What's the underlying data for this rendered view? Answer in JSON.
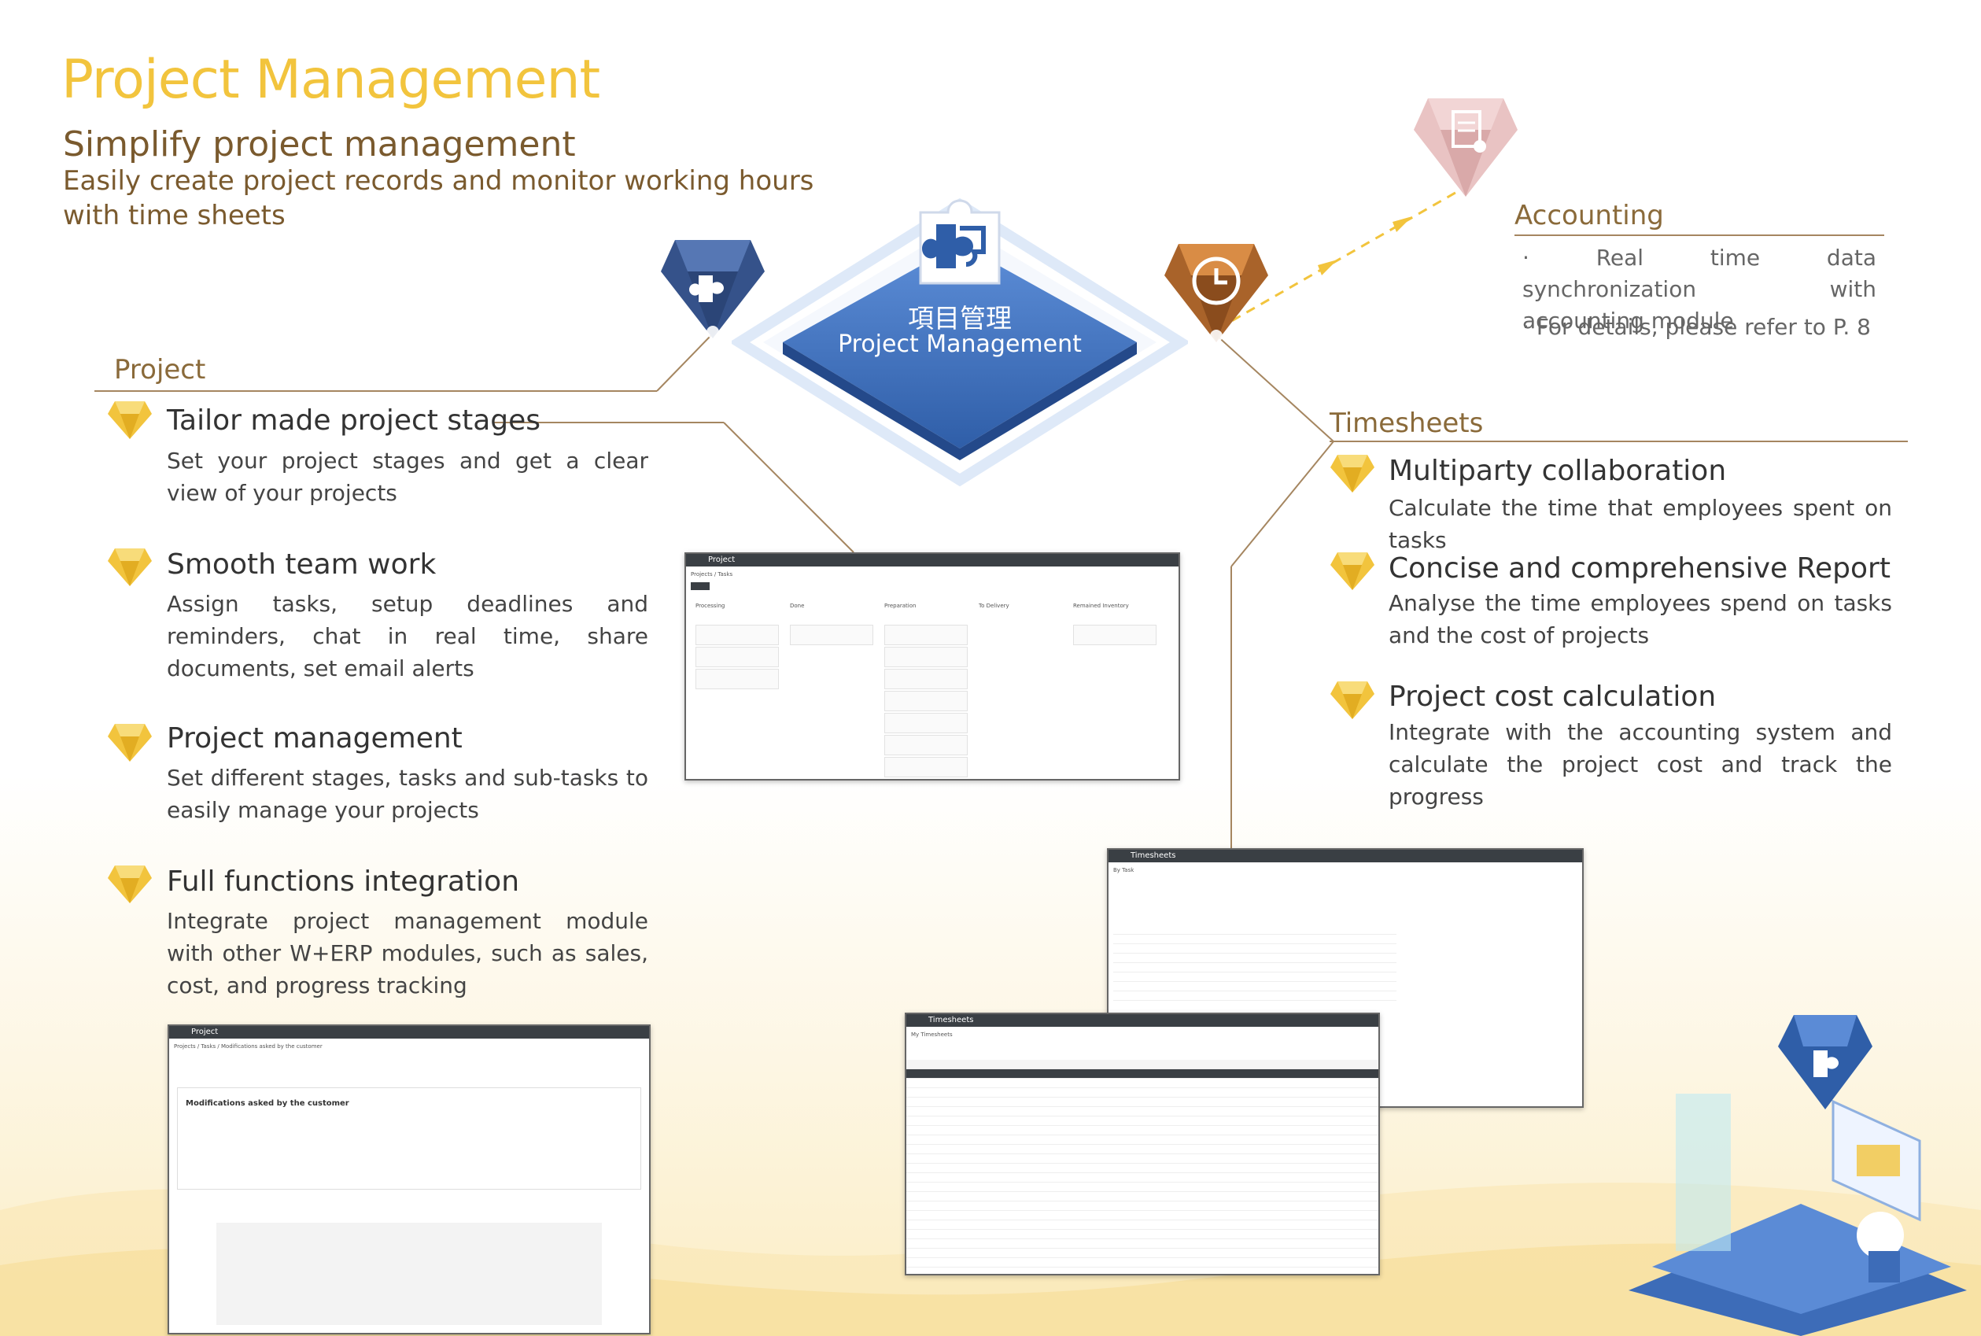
{
  "title": "Project Management",
  "subtitle": "Simplify project management",
  "subdesc": "Easily create project records and monitor working hours with time sheets",
  "center": {
    "zh": "項目管理",
    "en": "Project Management",
    "icon": "puzzle-icon"
  },
  "project": {
    "heading": "Project",
    "features": [
      {
        "title": "Tailor made project stages",
        "desc": "Set your project stages and get a clear view of your projects"
      },
      {
        "title": "Smooth team work",
        "desc": "Assign tasks, setup deadlines and reminders, chat in real time, share documents, set email alerts"
      },
      {
        "title": "Project management",
        "desc": "Set different stages, tasks and sub-tasks to easily manage your projects"
      },
      {
        "title": "Full functions integration",
        "desc": "Integrate project management module with other W+ERP modules, such as sales, cost, and progress tracking"
      }
    ]
  },
  "accounting": {
    "heading": "Accounting",
    "items": [
      "Real time data synchronization with accounting module",
      "For details, please refer to P. 8"
    ]
  },
  "timesheets": {
    "heading": "Timesheets",
    "features": [
      {
        "title": "Multiparty collaboration",
        "desc": "Calculate the time that employees spent on tasks"
      },
      {
        "title": "Concise and comprehensive Report",
        "desc": "Analyse the time employees spend on tasks and the cost of projects"
      },
      {
        "title": "Project cost calculation",
        "desc": "Integrate with the accounting system and calculate the project cost and track the progress"
      }
    ]
  },
  "shots": {
    "kanban": {
      "app": "Project",
      "crumb": "Projects / Tasks",
      "columns": [
        "Processing",
        "Done",
        "Preparation",
        "To Delivery",
        "Remained Inventory"
      ]
    },
    "task": {
      "app": "Project",
      "crumb": "Projects / Tasks / Modifications asked by the customer",
      "task_title": "Modifications asked by the customer"
    },
    "timesheet_pivot": {
      "app": "Timesheets",
      "crumb": "By Task"
    },
    "timesheet_list": {
      "app": "Timesheets",
      "crumb": "My Timesheets"
    }
  },
  "colors": {
    "gold": "#f2c43d",
    "brown": "#7a5a2e",
    "blue": "#3d6cb8"
  }
}
